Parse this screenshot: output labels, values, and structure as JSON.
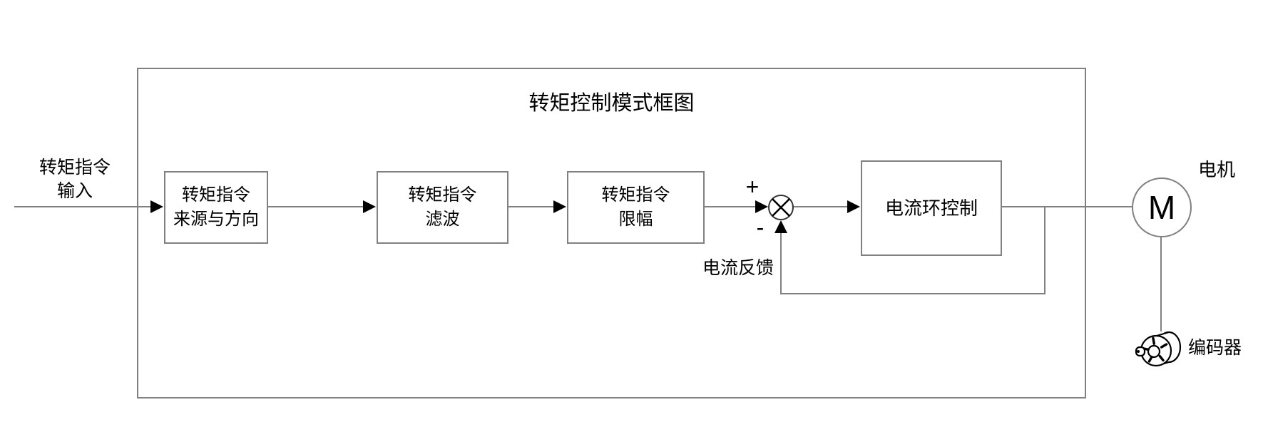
{
  "diagram": {
    "title": "转矩控制模式框图",
    "input_label": {
      "line1": "转矩指令",
      "line2": "输入"
    },
    "blocks": [
      {
        "line1": "转矩指令",
        "line2": "来源与方向"
      },
      {
        "line1": "转矩指令",
        "line2": "滤波"
      },
      {
        "line1": "转矩指令",
        "line2": "限幅"
      },
      {
        "line1": "电流环控制"
      }
    ],
    "summing_junction": {
      "plus": "+",
      "minus": "-"
    },
    "feedback_label": "电流反馈",
    "motor": {
      "symbol": "M",
      "label": "电机"
    },
    "encoder": {
      "label": "编码器"
    },
    "colors": {
      "background": "#ffffff",
      "line": "#808080",
      "text": "#000000",
      "arrow": "#000000"
    }
  }
}
